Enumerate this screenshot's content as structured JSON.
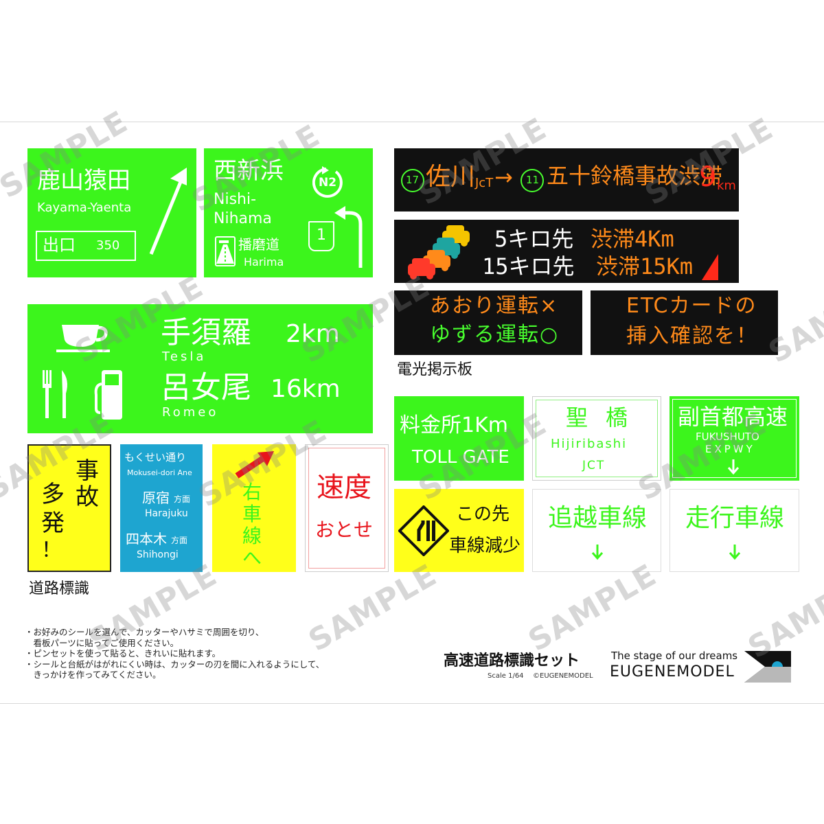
{
  "signs": {
    "kayama": {
      "jp": "鹿山猿田",
      "en": "Kayama-Yaenta",
      "exit": "出口",
      "num": "350"
    },
    "nishi": {
      "jp": "西新浜",
      "en1": "Nishi-",
      "en2": "Nihama",
      "route_badge": "N2",
      "route_num": "1",
      "harima_jp": "播磨道",
      "harima_en": "Harima"
    },
    "rest": {
      "place1": "手須羅",
      "dist1": "2km",
      "en1": "Tesla",
      "place2": "呂女尾",
      "dist2": "16km",
      "en2": "Romeo"
    },
    "accident": {
      "line1": "事",
      "line2": "故",
      "line3": "多",
      "line4": "発",
      "line5": "！"
    },
    "blue": {
      "street_jp": "もくせい通り",
      "street_en": "Mokusei-dori Ane",
      "dest1_jp": "原宿",
      "dest1_suffix": "方面",
      "dest1_en": "Harajuku",
      "dest2_jp": "四本木",
      "dest2_suffix": "方面",
      "dest2_en": "Shihongi"
    },
    "right_lane": {
      "chars": [
        "右",
        "車",
        "線",
        "へ"
      ]
    },
    "speed": {
      "line1": "速度",
      "line2": "おとせ"
    },
    "toll": {
      "jp": "料金所1Km",
      "en": "TOLL GATE"
    },
    "lane_reduce": {
      "line1": "この先",
      "line2": "車線減少"
    },
    "hijiri": {
      "jp1": "聖",
      "jp2": "橋",
      "en": "Hijiribashi",
      "jct": "JCT"
    },
    "fukushuto": {
      "jp": "副首都高速",
      "en1": "FUKUSHUTO",
      "en2": "EXPWY"
    },
    "passing": {
      "label": "追越車線"
    },
    "driving": {
      "label": "走行車線"
    },
    "vms_route": {
      "route1": "17",
      "place": "佐川",
      "jct": "JcT",
      "arrow": "→",
      "route2": "11",
      "msg": "五十鈴橋事故渋滞",
      "dist": "9",
      "unit": "km"
    },
    "vms_jam": {
      "row1_a": "5キロ先",
      "row1_b": "渋滞4Km",
      "row2_a": "15キロ先",
      "row2_b": "渋滞15Km"
    },
    "vms_drive": {
      "line1": "あおり運転×",
      "line2": "ゆずる運転○"
    },
    "vms_etc": {
      "line1": "ETCカードの",
      "line2": "挿入確認を！"
    }
  },
  "labels": {
    "vms": "電光掲示板",
    "road": "道路標識"
  },
  "notes": [
    "・お好みのシールを選んで、カッターやハサミで周囲を切り、",
    "　看板パーツに貼ってご使用ください。",
    "・ピンセットを使って貼ると、きれいに貼れます。",
    "・シールと台紙がはがれにくい時は、カッターの刃を間に入れるようにして、",
    "　きっかけを作ってみてください。"
  ],
  "brand": {
    "title": "高速道路標識セット",
    "scale": "Scale 1/64",
    "copyright": "©EUGENEMODEL",
    "tagline": "The stage of our dreams",
    "name": "EUGENEMODEL"
  },
  "watermark": "SAMPLE",
  "colors": {
    "sign_green": "#3cf51c",
    "sign_yellow": "#ffff1a",
    "sign_blue": "#1ea5d0",
    "led_orange": "#ff8a1a",
    "led_green": "#48ff2e",
    "led_red": "#ff2a1a"
  }
}
